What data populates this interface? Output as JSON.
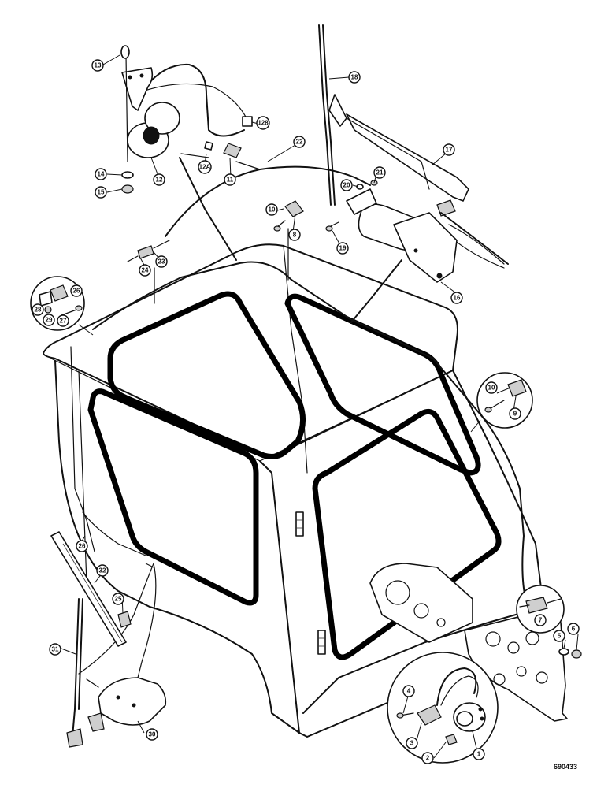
{
  "drawing_code": "690433",
  "callouts": [
    "13",
    "128",
    "22",
    "18",
    "17",
    "14",
    "15",
    "12A",
    "11",
    "12",
    "21",
    "20",
    "10",
    "8",
    "19",
    "16",
    "24",
    "23",
    "26",
    "28",
    "29",
    "27",
    "10",
    "9",
    "26",
    "32",
    "25",
    "31",
    "30",
    "7",
    "5",
    "6",
    "4",
    "3",
    "2",
    "1"
  ]
}
